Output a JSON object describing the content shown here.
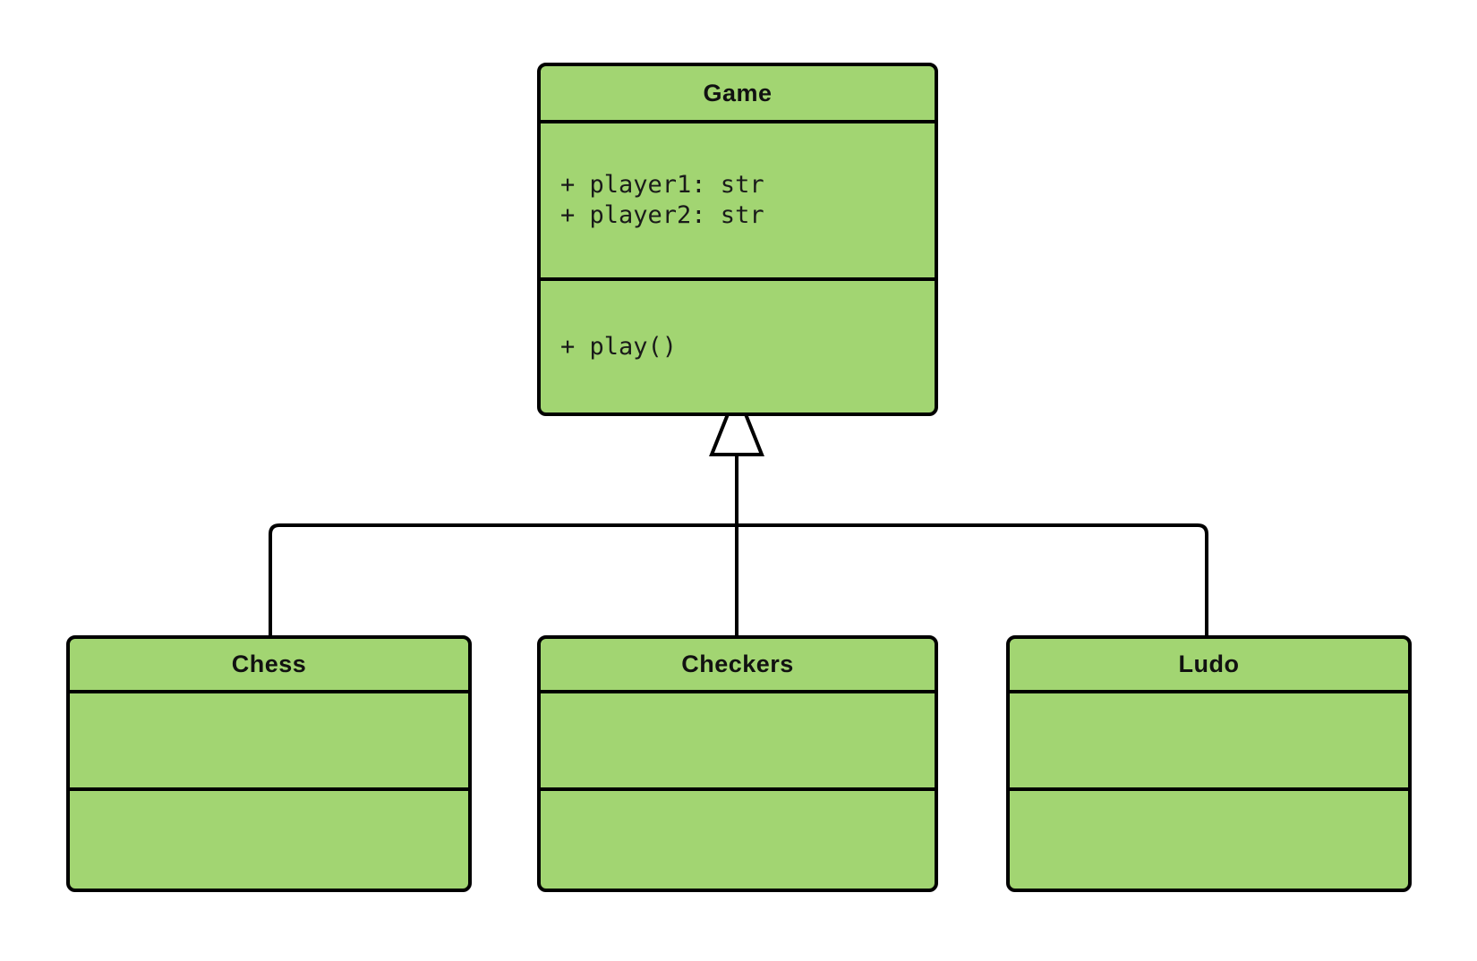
{
  "diagram": {
    "type": "uml-class-diagram",
    "relationship": "generalization",
    "background_color": "#ffffff",
    "class_fill_color": "#a2d572",
    "class_border_color": "#000000"
  },
  "classes": {
    "game": {
      "name": "Game",
      "attributes": [
        "+ player1: str",
        "+ player2: str"
      ],
      "methods": [
        "+ play()"
      ]
    },
    "chess": {
      "name": "Chess",
      "attributes": [],
      "methods": []
    },
    "checkers": {
      "name": "Checkers",
      "attributes": [],
      "methods": []
    },
    "ludo": {
      "name": "Ludo",
      "attributes": [],
      "methods": []
    }
  },
  "relationships": [
    {
      "from": "Chess",
      "to": "Game",
      "type": "inheritance"
    },
    {
      "from": "Checkers",
      "to": "Game",
      "type": "inheritance"
    },
    {
      "from": "Ludo",
      "to": "Game",
      "type": "inheritance"
    }
  ]
}
